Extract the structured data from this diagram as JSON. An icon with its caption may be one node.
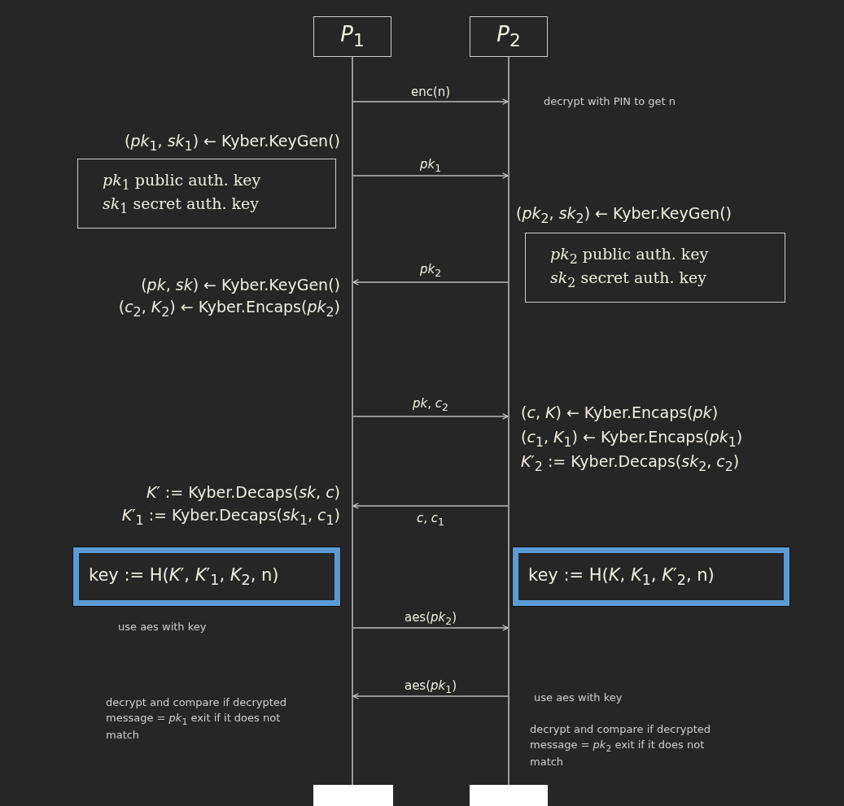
{
  "diagram": {
    "nodes": [
      {
        "text": [
          "*P*$_{1}$"
        ]
      },
      {
        "text": [
          "*P*$_{2}$"
        ]
      },
      {
        "text": [],
        "shape": "bar"
      },
      {
        "text": [],
        "shape": "bar"
      },
      {
        "text": [
          "*pk*$_{1}$ public auth. key",
          "*sk*$_{1}$ secret auth. key"
        ]
      },
      {
        "text": [
          "*pk*$_{2}$ public auth. key",
          "*sk*$_{2}$ secret auth. key"
        ]
      },
      {
        "text": [
          "key := H(*K*′, *K*′$_{1}$, *K*$_{2}$, n)"
        ]
      },
      {
        "text": [
          "key := H(*K*, *K*$_{1}$, *K*′$_{2}$, n)"
        ]
      },
      {
        "text": [],
        "shape": "box"
      },
      {
        "text": [],
        "shape": "box"
      }
    ],
    "edges": [
      {
        "from": 2,
        "to": 3,
        "arrow": "to",
        "label": "enc(n)"
      },
      {
        "from": 2,
        "to": 3,
        "arrow": "to",
        "label": "*pk*$_{1}$"
      },
      {
        "from": 3,
        "to": 2,
        "arrow": "to",
        "label": "*pk*$_{2}$"
      },
      {
        "from": 2,
        "to": 3,
        "arrow": "to",
        "label": "*pk*, *c*$_{2}$"
      },
      {
        "from": 3,
        "to": 2,
        "arrow": "to",
        "label": "*c*, *c*$_{1}$"
      },
      {
        "from": 2,
        "to": 3,
        "arrow": "to",
        "label": "aes(*pk*$_{2}$)"
      },
      {
        "from": 3,
        "to": 2,
        "arrow": "to",
        "label": "aes(*pk*$_{1}$)"
      }
    ],
    "labels": [
      "decrypt with PIN to get n",
      "(*pk*$_{1}$, *sk*$_{1}$) ← Kyber.KeyGen()",
      "(*pk*$_{2}$, *sk*$_{2}$) ← Kyber.KeyGen()",
      "(*pk*, *sk*) ← Kyber.KeyGen()",
      "(*c*$_{2}$, *K*$_{2}$) ← Kyber.Encaps(*pk*$_{2}$)",
      "(*c*, *K*) ← Kyber.Encaps(*pk*)",
      "(*c*$_{1}$, *K*$_{1}$) ← Kyber.Encaps(*pk*$_{1}$)",
      "*K*′$_{2}$ := Kyber.Decaps(*sk*$_{2}$, *c*$_{2}$)",
      "*K*′ := Kyber.Decaps(*sk*, *c*)",
      "*K*′$_{1}$ := Kyber.Decaps(*sk*$_{1}$, *c*$_{1}$)",
      "use aes with key",
      "use aes with key",
      "decrypt and compare if decrypted message = *pk*$_{1}$ exit if it does not match",
      "decrypt and compare if decrypted message = *pk*$_{2}$ exit if it does not match"
    ]
  }
}
